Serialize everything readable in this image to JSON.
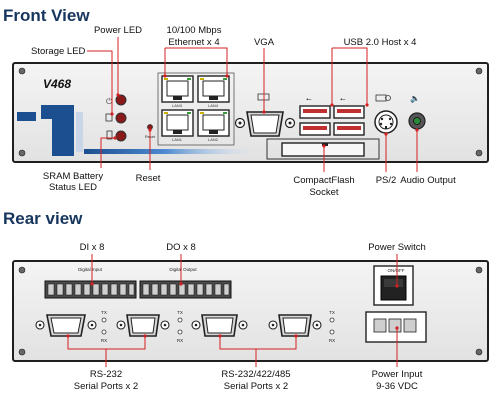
{
  "front": {
    "title": "Front View",
    "model": "V468",
    "lan_labels": [
      "LAN3",
      "LAN4",
      "LAN1",
      "LAN2"
    ],
    "reset_text": "Reset",
    "labels": {
      "power_led": "Power LED",
      "ethernet_line1": "10/100 Mbps",
      "ethernet_line2": "Ethernet x 4",
      "vga": "VGA",
      "usb": "USB 2.0 Host x 4",
      "storage_led": "Storage LED",
      "sram_line1": "SRAM Battery",
      "sram_line2": "Status LED",
      "reset": "Reset",
      "cf_line1": "CompactFlash",
      "cf_line2": "Socket",
      "ps2": "PS/2",
      "audio": "Audio Output"
    }
  },
  "rear": {
    "title": "Rear view",
    "di_header": "Digital Input",
    "do_header": "Digital Output",
    "onoff_text": "ON/OFF",
    "tx": "TX",
    "rx": "RX",
    "labels": {
      "di": "DI x 8",
      "do": "DO x 8",
      "power_switch": "Power Switch",
      "rs232_line1": "RS-232",
      "rs232_line2": "Serial Ports x 2",
      "rs485_line1": "RS-232/422/485",
      "rs485_line2": "Serial Ports x 2",
      "power_line1": "Power Input",
      "power_line2": "9-36 VDC"
    }
  },
  "colors": {
    "title": "#17365d",
    "leader": "#d42020",
    "panel_border": "#1f1f1f",
    "logo_blue": "#1b4f8f"
  }
}
